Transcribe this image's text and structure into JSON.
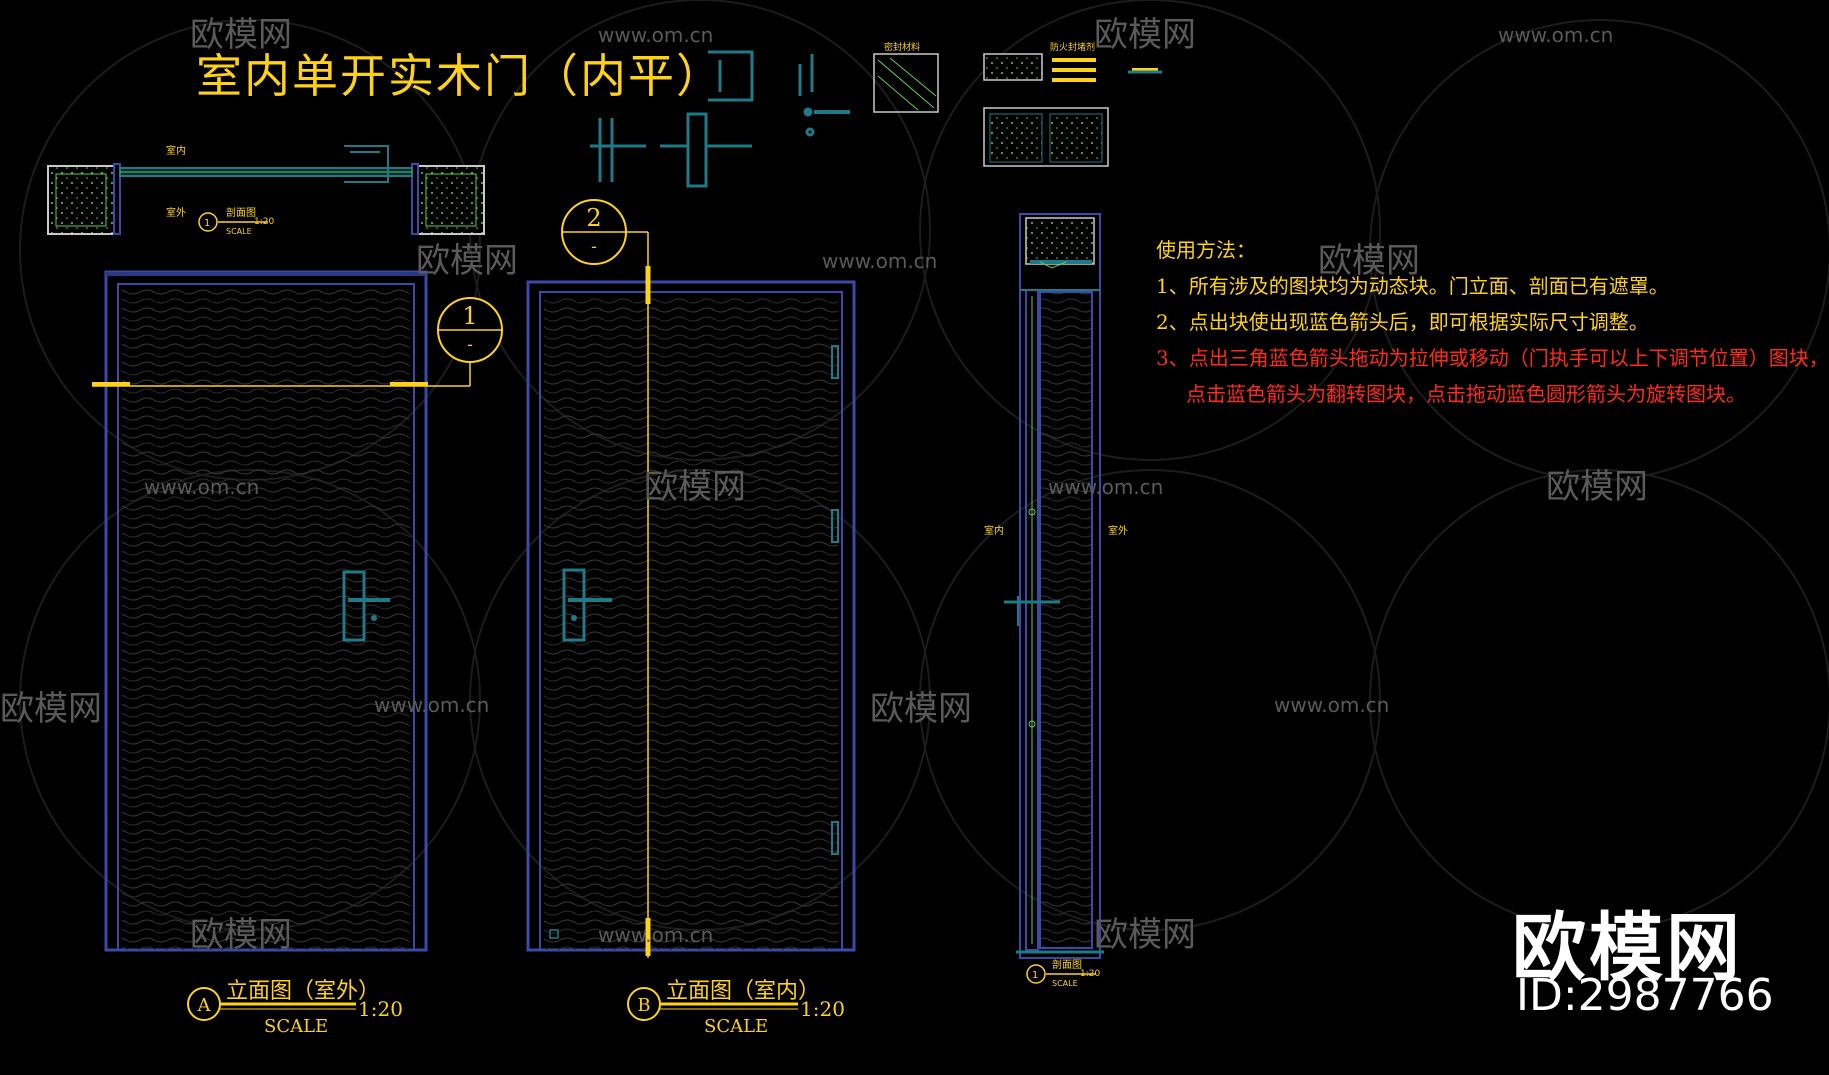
{
  "title": "室内单开实木门（内平）",
  "usage": {
    "heading": "使用方法：",
    "line1": "1、所有涉及的图块均为动态块。门立面、剖面已有遮罩。",
    "line2": "2、点出块使出现蓝色箭头后，即可根据实际尺寸调整。",
    "line3a": "3、点出三角蓝色箭头拖动为拉伸或移动（门执手可以上下调节位置）图块，",
    "line3b": "点击蓝色箭头为翻转图块，点击拖动蓝色圆形箭头为旋转图块。"
  },
  "plan": {
    "label_in": "室内",
    "label_out": "室外",
    "tag": "1",
    "name": "剖面图",
    "scale_value": "1:20",
    "scale_word": "SCALE"
  },
  "callouts": {
    "c1_top": "1",
    "c1_bottom": "-",
    "c2_top": "2",
    "c2_bottom": "-"
  },
  "elevation_a": {
    "letter": "A",
    "name": "立面图（室外）",
    "scale_word": "SCALE",
    "scale_value": "1:20"
  },
  "elevation_b": {
    "letter": "B",
    "name": "立面图（室内）",
    "scale_word": "SCALE",
    "scale_value": "1:20"
  },
  "section": {
    "label_in": "室内",
    "label_out": "室外",
    "tag": "1",
    "name": "剖面图",
    "scale_value": "1:20",
    "scale_word": "SCALE"
  },
  "legend": {
    "label_a": "密封材料",
    "label_b": "防火封堵剂"
  },
  "watermark": {
    "site": "www.om.cn",
    "brand": "欧模网"
  },
  "brand": {
    "name": "欧模网",
    "id": "ID:2987766"
  },
  "colors": {
    "background": "#000000",
    "yellow": "#ffd21a",
    "red": "#ff2a1a",
    "frame_blue": "#3a4aa8",
    "teal": "#1e7a86",
    "leaf_hatch": "#333333"
  }
}
